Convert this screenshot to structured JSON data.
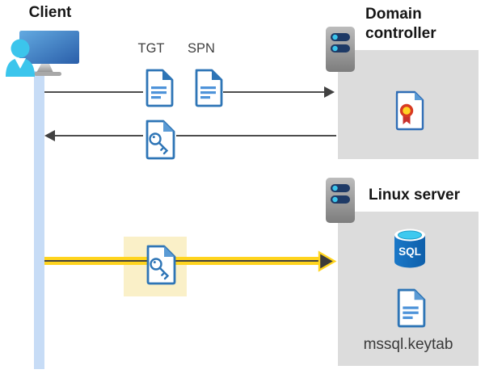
{
  "client": {
    "title": "Client"
  },
  "tickets": {
    "tgt": "TGT",
    "spn": "SPN"
  },
  "domain_controller": {
    "title": "Domain controller"
  },
  "linux_server": {
    "title": "Linux server",
    "sql_badge": "SQL",
    "keytab_filename": "mssql.keytab"
  },
  "colors": {
    "timeline_blue": "#c7dcf6",
    "panel_gray": "#dcdcdc",
    "arrow_gray": "#4d4d4d",
    "doc_blue": "#2e75b6",
    "doc_fold_blue": "#5b9bd5",
    "highlight_yellow": "#ffd41e",
    "highlight_cream": "#faf0c8",
    "server_navy": "#1e3a66",
    "accent_cyan": "#3bc5ec",
    "sql_blue": "#1268b6",
    "cert_red": "#d83a22",
    "cert_yellow": "#ffd324"
  }
}
